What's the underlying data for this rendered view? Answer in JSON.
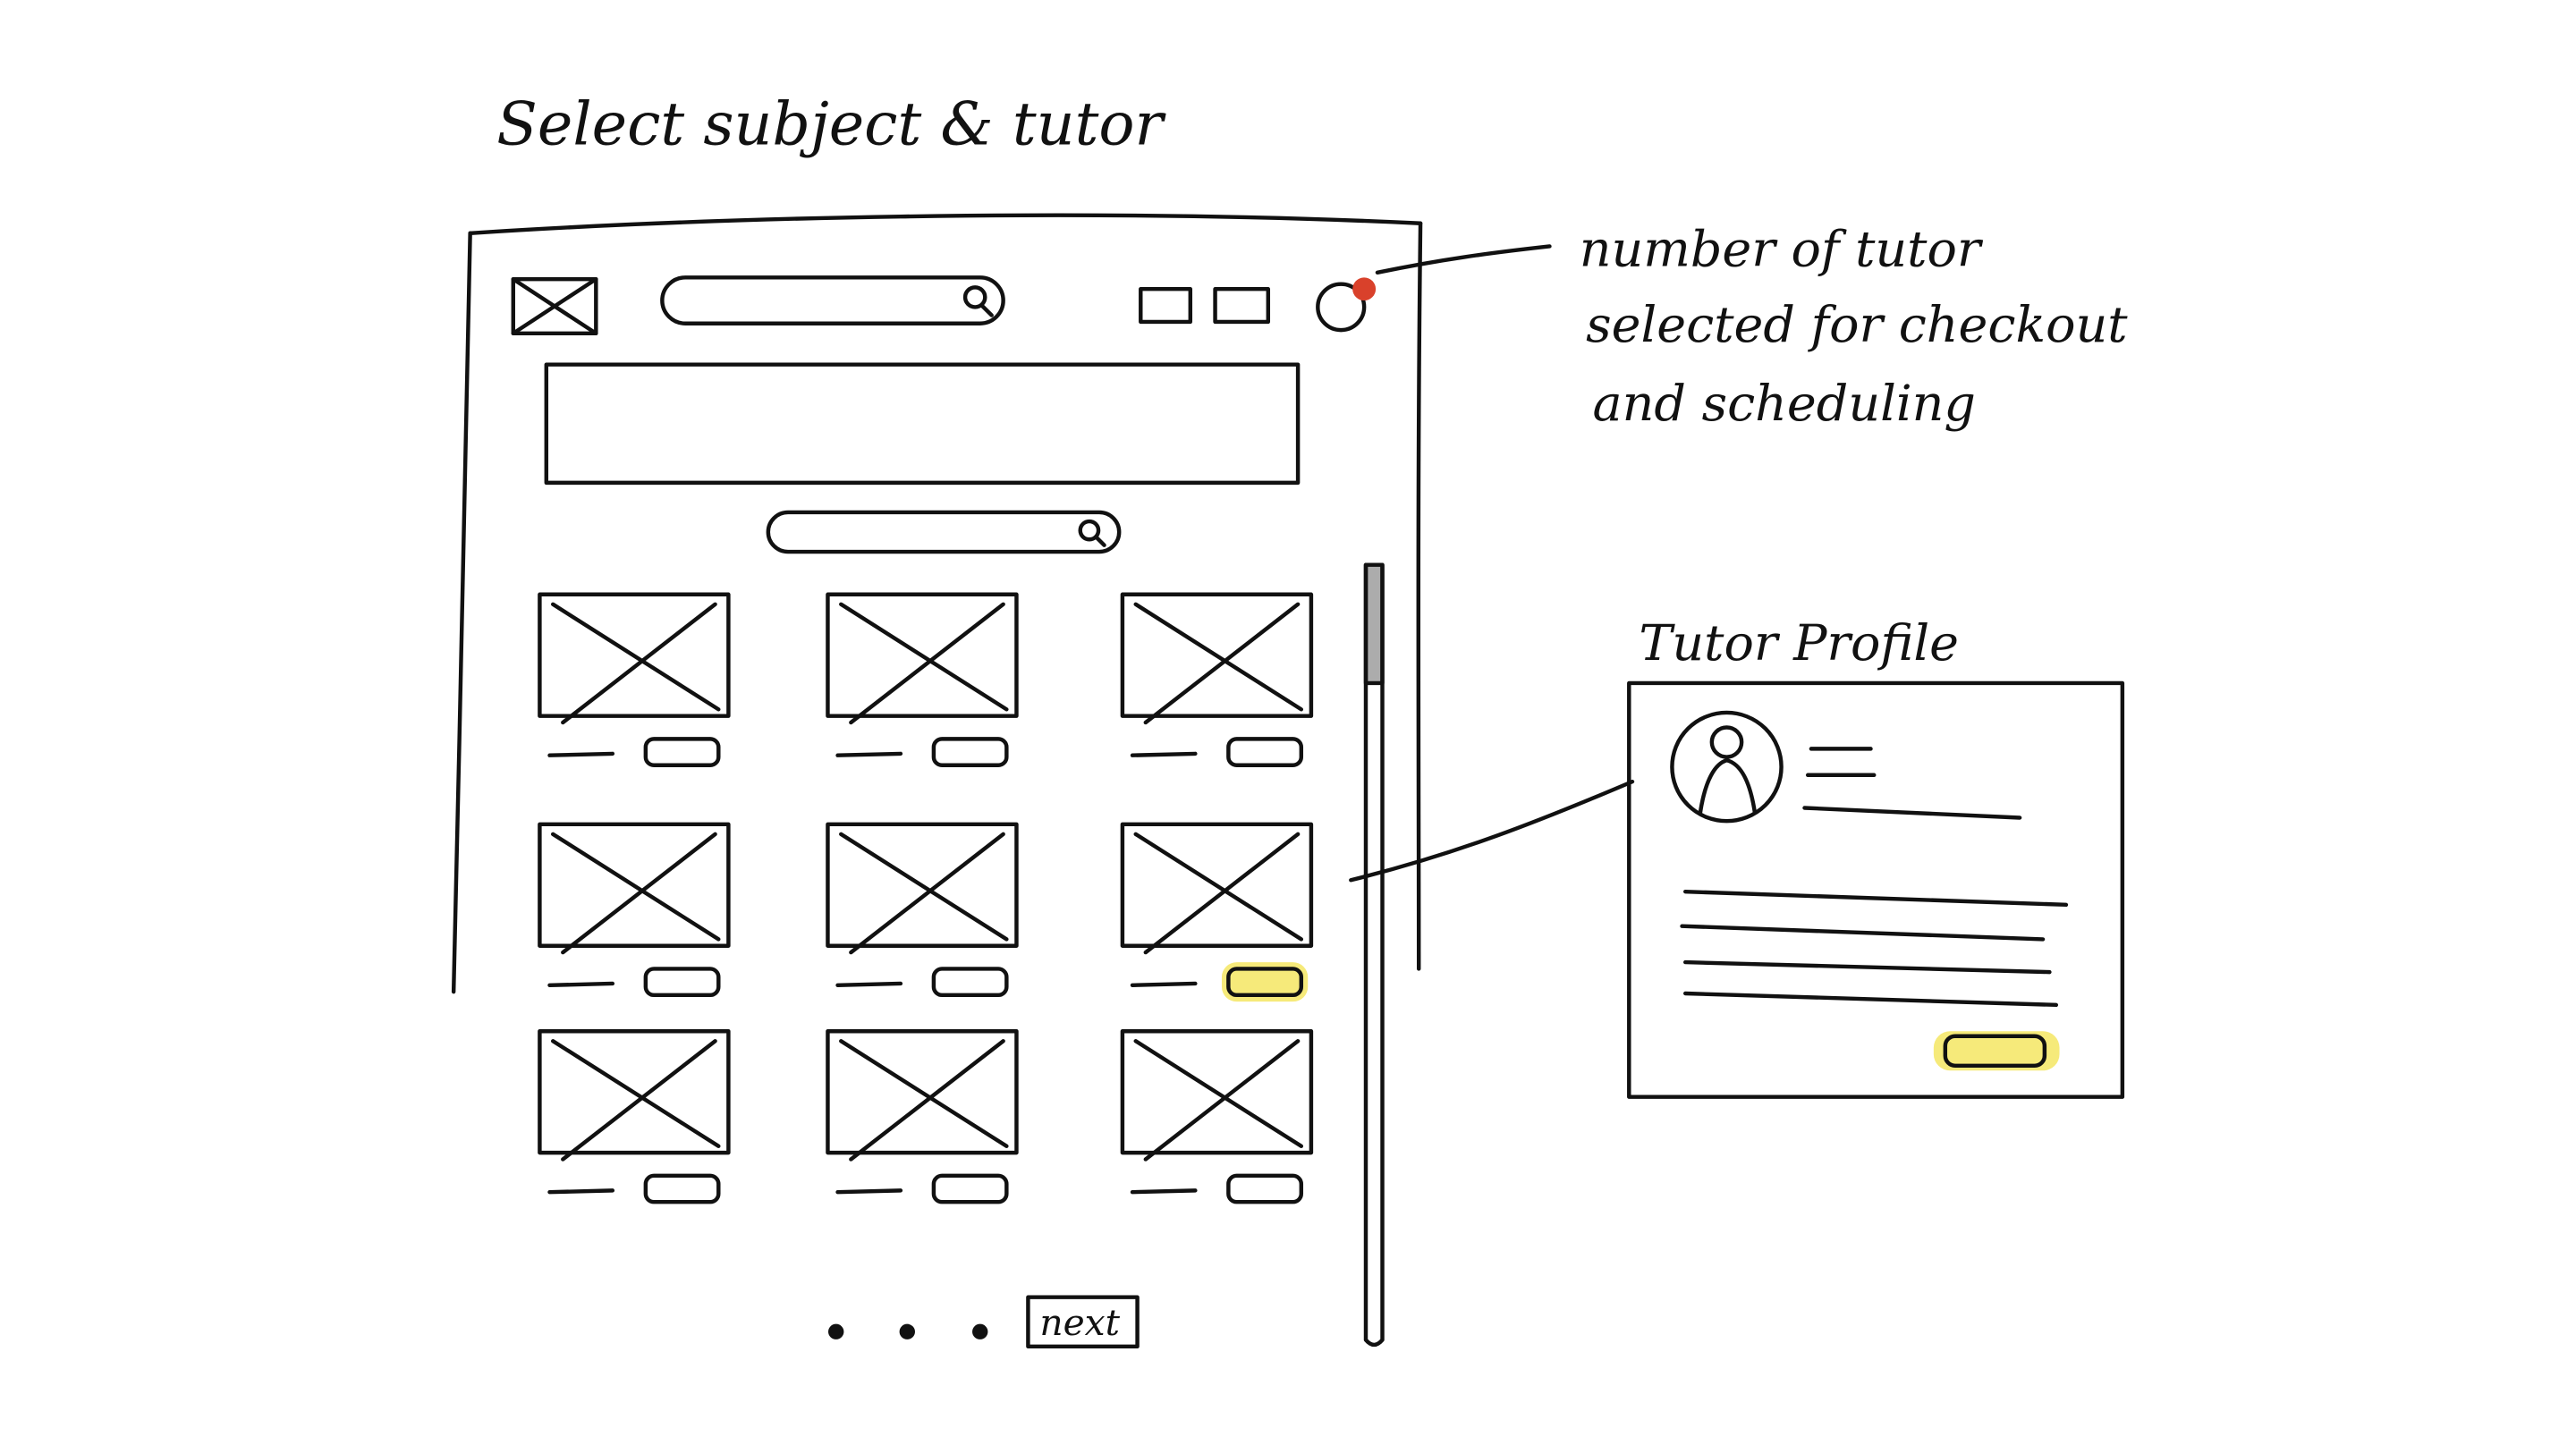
{
  "title": "Select subject & tutor",
  "annotations": {
    "badge_note": [
      "number of tutor",
      "selected for checkout",
      "and scheduling"
    ],
    "profile_label": "Tutor Profile"
  },
  "pagination": {
    "dots": 3,
    "next_label": "next"
  },
  "grid": {
    "rows": 3,
    "columns": 3,
    "selected_card": {
      "row": 2,
      "column": 3
    }
  },
  "colors": {
    "ink": "#111111",
    "badge_red": "#d9412b",
    "highlight_yellow": "#f6ea7a"
  },
  "icons": {
    "logo": "image-placeholder-icon",
    "search": "search-icon",
    "cart_badge": "circle-badge-icon",
    "avatar": "person-avatar-icon"
  }
}
